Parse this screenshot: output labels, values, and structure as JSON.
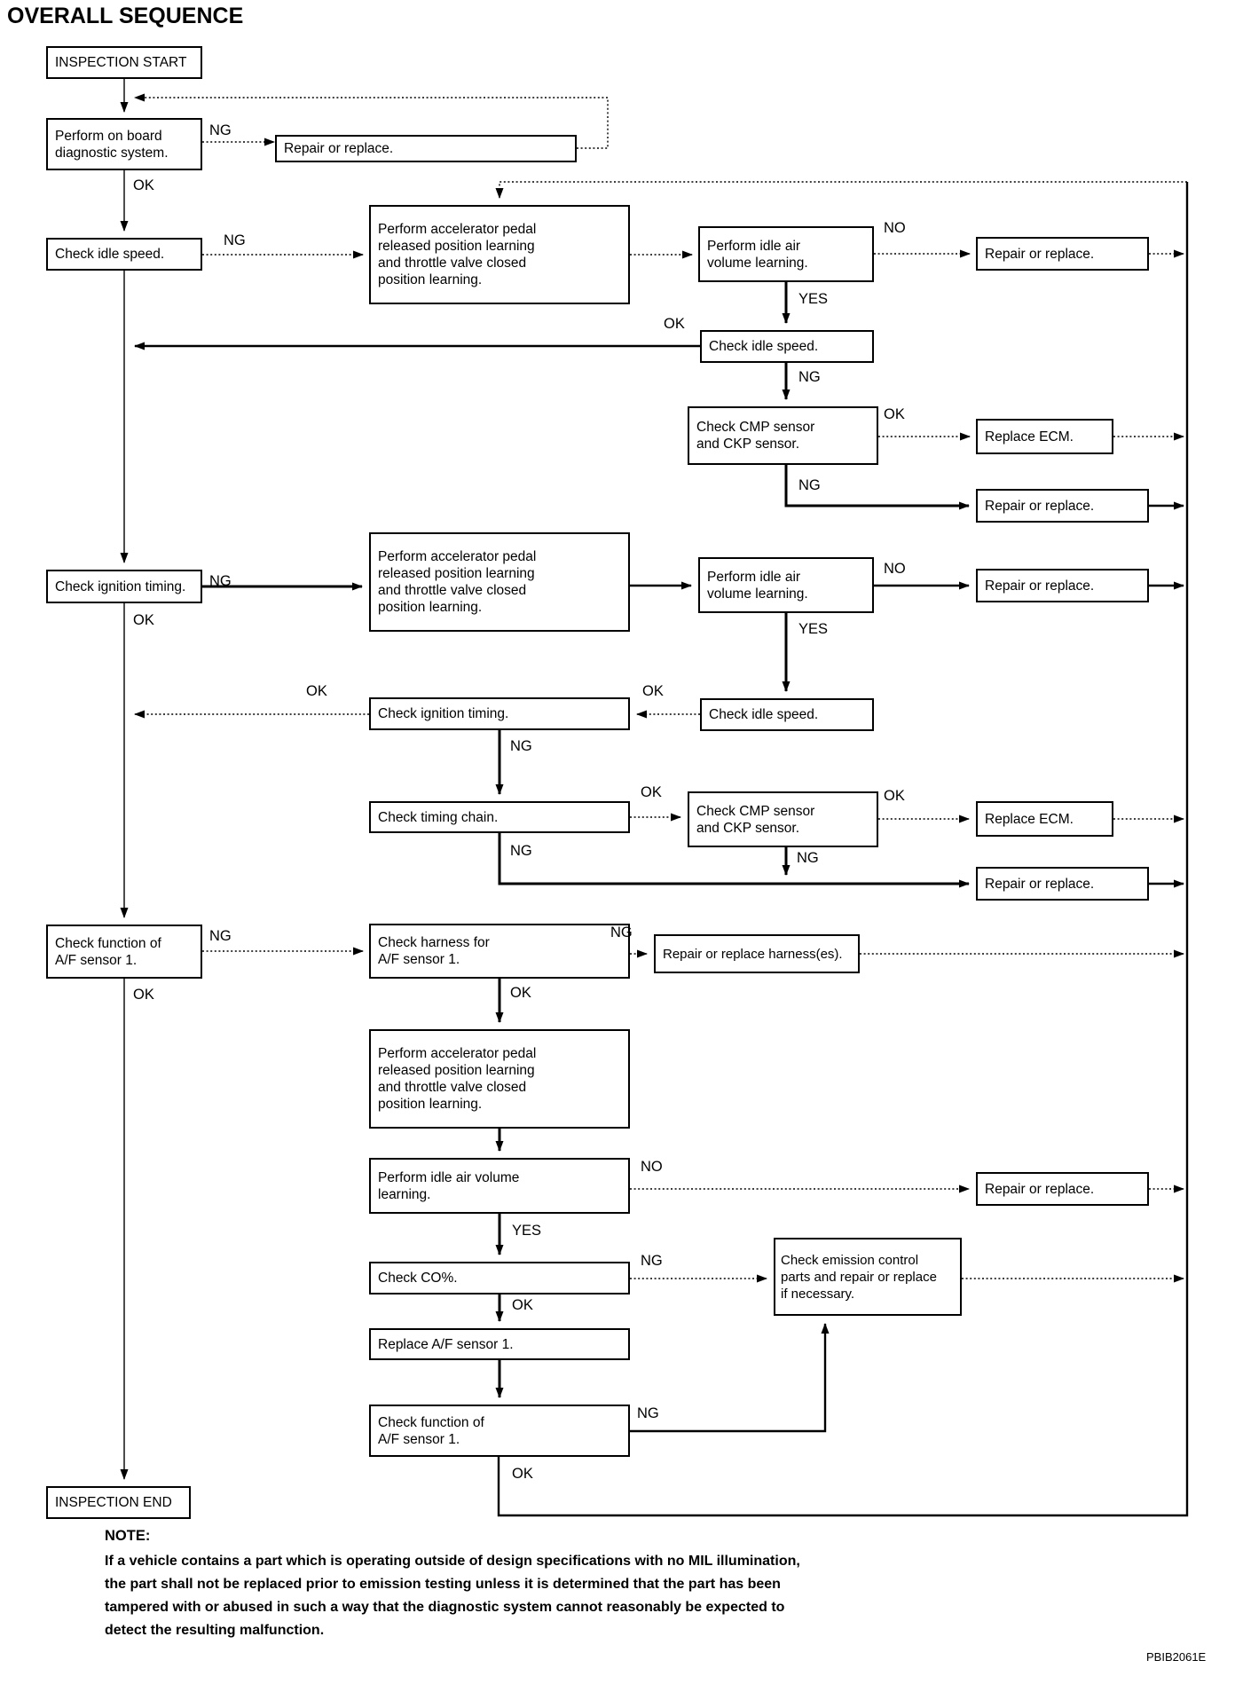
{
  "title": "OVERALL SEQUENCE",
  "figure_code": "PBIB2061E",
  "edge_labels": {
    "ng": "NG",
    "ok": "OK",
    "yes": "YES",
    "no": "NO"
  },
  "boxes": {
    "inspection_start": "INSPECTION START",
    "onboard_diag": "Perform on board\ndiagnostic system.",
    "repair_replace": "Repair or replace.",
    "check_idle_speed": "Check idle speed.",
    "accel_pedal_learning": "Perform accelerator pedal\nreleased position learning\nand throttle valve closed\nposition learning.",
    "idle_air_learning": "Perform idle air\nvolume learning.",
    "idle_air_learning_wide": "Perform idle air volume\nlearning.",
    "check_cmp_ckp": "Check CMP sensor\nand CKP sensor.",
    "replace_ecm": "Replace ECM.",
    "check_ignition_timing": "Check ignition timing.",
    "check_timing_chain": "Check timing chain.",
    "check_af_function": "Check function of\nA/F sensor 1.",
    "check_af_harness": "Check harness for\nA/F sensor 1.",
    "repair_replace_harness": "Repair or replace harness(es).",
    "check_co": "Check CO%.",
    "check_emission": "Check emission control\nparts and repair or replace\nif necessary.",
    "replace_af_sensor": "Replace A/F sensor 1.",
    "inspection_end": "INSPECTION END"
  },
  "note": {
    "heading": "NOTE:",
    "lines": [
      "If a vehicle contains a part which is operating outside of design specifications with no MIL illumination,",
      "the part shall not be replaced prior to emission testing unless it is determined that the part has been",
      "tampered with or abused in such a way that the diagnostic system cannot reasonably be expected to",
      "detect the resulting malfunction."
    ]
  }
}
